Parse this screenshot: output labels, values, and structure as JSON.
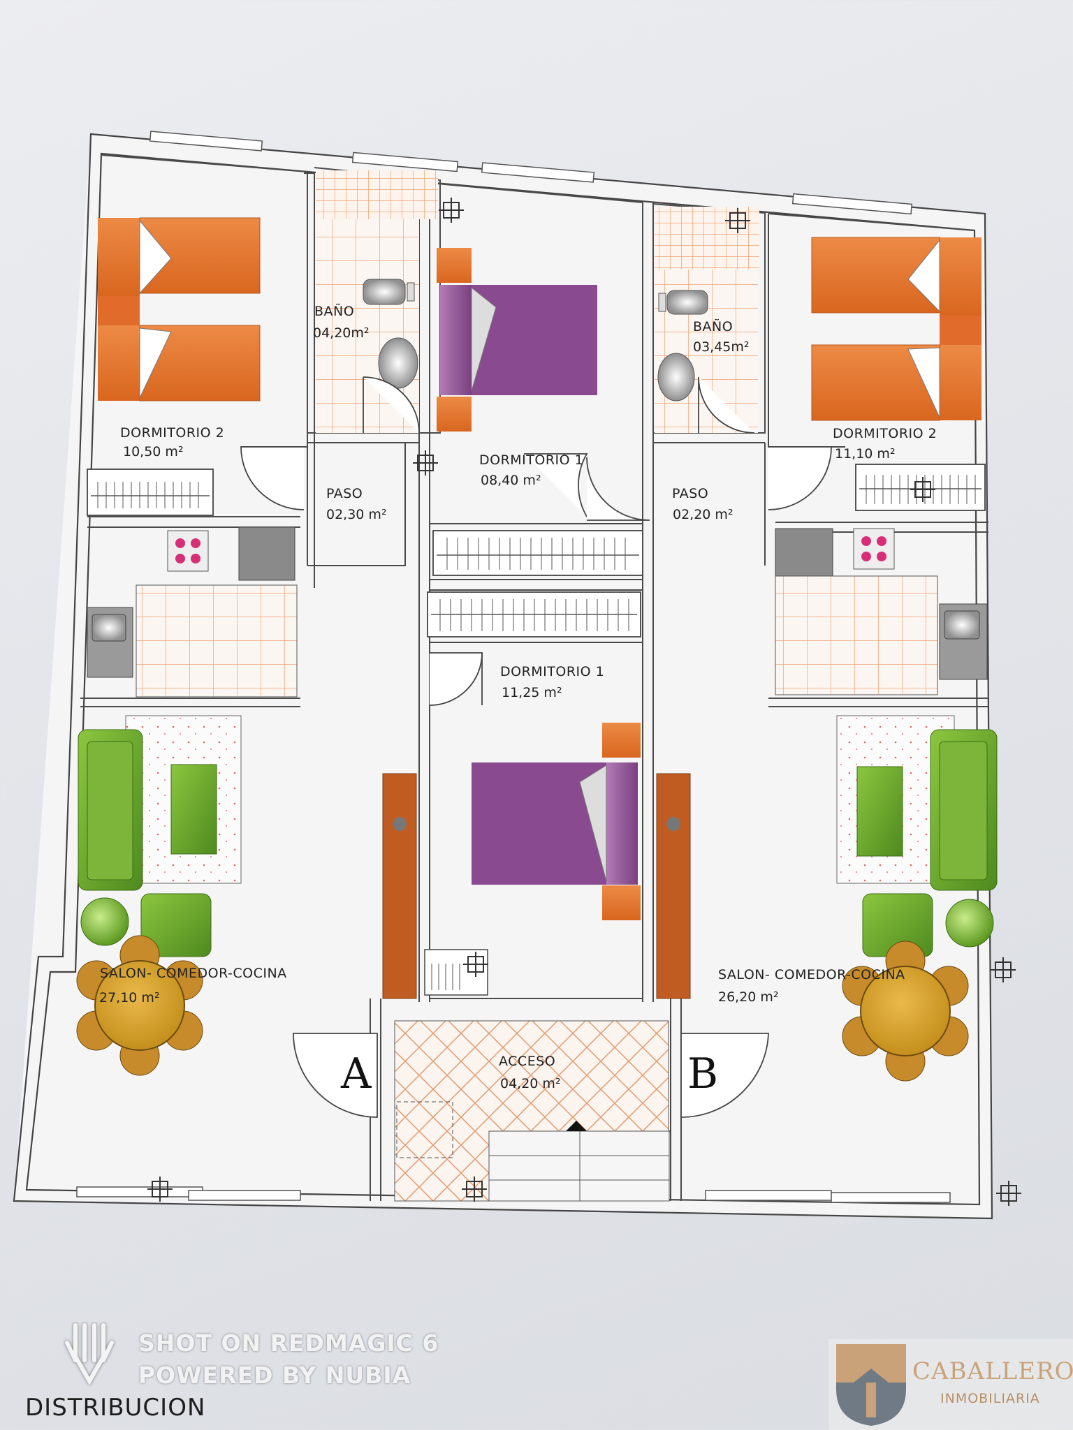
{
  "plan": {
    "rooms": [
      {
        "id": "dorm2-left",
        "name": "DORMITORIO 2",
        "area": "10,50  m²"
      },
      {
        "id": "bano-left",
        "name": "BAÑO",
        "area": "04,20m²"
      },
      {
        "id": "dorm1-top",
        "name": "DORMITORIO 1",
        "area": "08,40  m²"
      },
      {
        "id": "bano-right",
        "name": "BAÑO",
        "area": "03,45m²"
      },
      {
        "id": "dorm2-right",
        "name": "DORMITORIO 2",
        "area": "11,10  m²"
      },
      {
        "id": "paso-left",
        "name": "PASO",
        "area": "02,30  m²"
      },
      {
        "id": "paso-right",
        "name": "PASO",
        "area": "02,20  m²"
      },
      {
        "id": "dorm1-mid",
        "name": "DORMITORIO 1",
        "area": "11,25  m²"
      },
      {
        "id": "salon-left",
        "name": "SALON-  COMEDOR-COCINA",
        "area": "27,10  m²"
      },
      {
        "id": "salon-right",
        "name": "SALON-  COMEDOR-COCINA",
        "area": "26,20  m²"
      },
      {
        "id": "acceso",
        "name": "ACCESO",
        "area": "04,20  m²"
      }
    ],
    "unit_a": "A",
    "unit_b": "B"
  },
  "caption": "DISTRIBUCION",
  "watermark": {
    "line1": "SHOT ON REDMAGIC 6",
    "line2": "POWERED BY NUBIA"
  },
  "logo": {
    "name": "CABALLERO",
    "sub": "INMOBILIARIA"
  },
  "colors": {
    "bed_orange": "#e0742f",
    "bed_purple": "#8a4a8f",
    "sofa_green": "#6fa82f",
    "table_gold": "#d6a431",
    "grid_orange": "#f2a070",
    "wall": "#444444"
  }
}
